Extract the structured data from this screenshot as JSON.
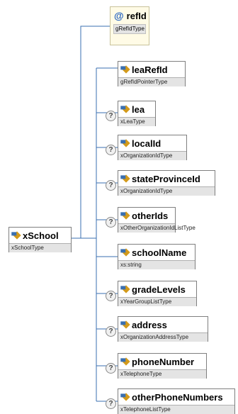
{
  "diagram": {
    "root": {
      "name": "xSchool",
      "type": "xSchoolType"
    },
    "attribute": {
      "symbol": "@",
      "name": "refId",
      "type": "gRefIdType"
    },
    "children": [
      {
        "name": "leaRefId",
        "type": "gRefIdPointerType",
        "optional": false
      },
      {
        "name": "lea",
        "type": "xLeaType",
        "optional": true
      },
      {
        "name": "localId",
        "type": "xOrganizationIdType",
        "optional": true
      },
      {
        "name": "stateProvinceId",
        "type": "xOrganizationIdType",
        "optional": true
      },
      {
        "name": "otherIds",
        "type": "xOtherOrganizationIdListType",
        "optional": true
      },
      {
        "name": "schoolName",
        "type": "xs:string",
        "optional": false
      },
      {
        "name": "gradeLevels",
        "type": "xYearGroupListType",
        "optional": true
      },
      {
        "name": "address",
        "type": "xOrganizationAddressType",
        "optional": true
      },
      {
        "name": "phoneNumber",
        "type": "xTelephoneType",
        "optional": true
      },
      {
        "name": "otherPhoneNumbers",
        "type": "xTelephoneListType",
        "optional": true
      }
    ],
    "optional_marker": "?",
    "colors": {
      "line": "#3a6fb0",
      "box_border": "#7f7f7f",
      "type_bg": "#e4e4e4",
      "attr_bg": "#fffbe6"
    }
  }
}
